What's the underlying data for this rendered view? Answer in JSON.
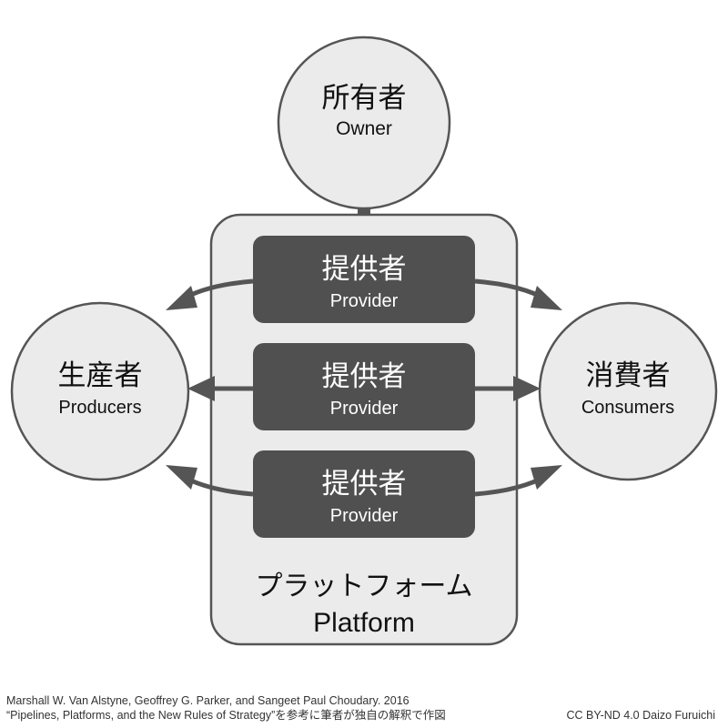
{
  "owner": {
    "ja": "所有者",
    "en": "Owner"
  },
  "producers": {
    "ja": "生産者",
    "en": "Producers"
  },
  "consumers": {
    "ja": "消費者",
    "en": "Consumers"
  },
  "platform": {
    "ja": "プラットフォーム",
    "en": "Platform"
  },
  "providers": [
    {
      "ja": "提供者",
      "en": "Provider"
    },
    {
      "ja": "提供者",
      "en": "Provider"
    },
    {
      "ja": "提供者",
      "en": "Provider"
    }
  ],
  "credits": {
    "source_line1": "Marshall W. Van Alstyne, Geoffrey G. Parker, and Sangeet Paul Choudary. 2016",
    "source_line2": "“Pipelines, Platforms, and the New Rules of Strategy”を参考に筆者が独自の解釈で作図",
    "license": "CC BY-ND 4.0 Daizo Furuichi"
  },
  "colors": {
    "circle_fill": "#ebebeb",
    "platform_fill": "#ebebeb",
    "provider_fill": "#505050",
    "stroke": "#555555",
    "arrow": "#555555"
  }
}
